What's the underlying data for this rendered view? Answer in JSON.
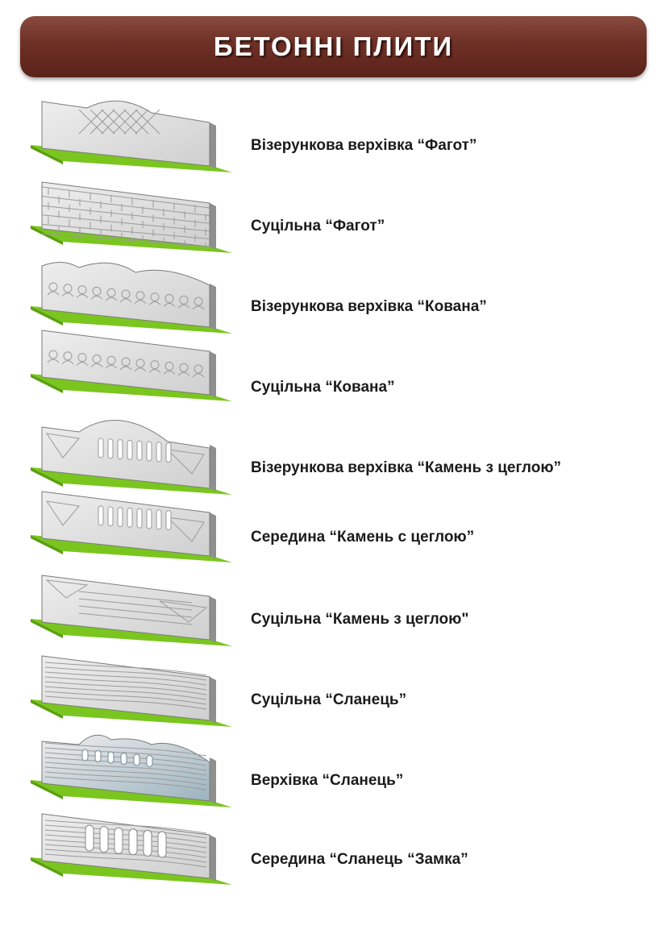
{
  "header": {
    "title": "БЕТОННІ ПЛИТИ"
  },
  "colors": {
    "header": "#6d3026",
    "grass": "#7ac61e",
    "panel_gray": "#cfcfcf",
    "panel_blue": "#9db3bf"
  },
  "items": [
    {
      "label": "Візерункова верхівка “Фагот”",
      "pattern": "lattice-top",
      "icon": "fence-lattice-icon"
    },
    {
      "label": "Суцільна “Фагот”",
      "pattern": "brick",
      "icon": "fence-brick-icon"
    },
    {
      "label": "Візерункова верхівка “Кована”",
      "pattern": "wrought-top",
      "icon": "fence-wrought-top-icon"
    },
    {
      "label": "Суцільна “Кована”",
      "pattern": "wrought",
      "icon": "fence-wrought-icon"
    },
    {
      "label": "Візерункова верхівка “Камень з цеглою”",
      "pattern": "balustrade-arch",
      "icon": "fence-balustrade-arch-icon"
    },
    {
      "label": "Середина “Камень с цеглою”",
      "pattern": "balustrade-middle",
      "icon": "fence-balustrade-middle-icon"
    },
    {
      "label": "Суцільна “Камень з цеглою\"",
      "pattern": "stone-brick",
      "icon": "fence-stone-brick-icon"
    },
    {
      "label": "Суцільна “Сланець”",
      "pattern": "slate",
      "icon": "fence-slate-icon"
    },
    {
      "label": "Верхівка “Сланець”",
      "pattern": "slate-top",
      "icon": "fence-slate-top-icon"
    },
    {
      "label": "Середина “Сланець “Замка”",
      "pattern": "slate-arches",
      "icon": "fence-slate-arches-icon"
    }
  ]
}
